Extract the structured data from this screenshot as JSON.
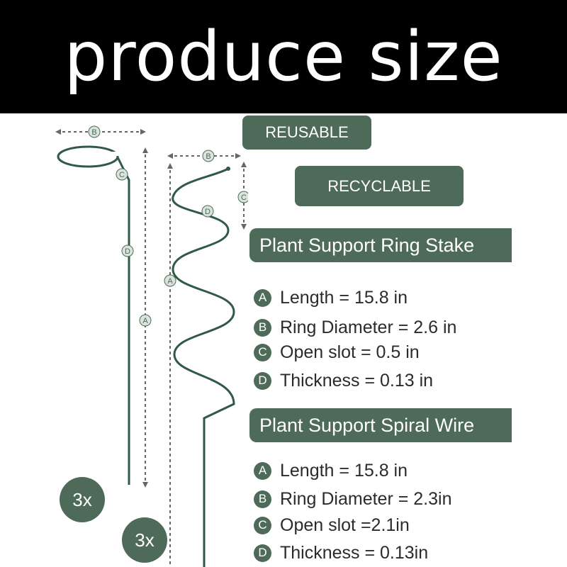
{
  "header": {
    "title": "produce size"
  },
  "tags": {
    "reusable": "REUSABLE",
    "recyclable": "RECYCLABLE"
  },
  "diagram_letters": {
    "a": "A",
    "b": "B",
    "c": "C",
    "d": "D"
  },
  "ring_stake": {
    "title": "Plant Support Ring Stake",
    "quantity": "3x",
    "specs": [
      {
        "letter": "A",
        "text": "Length = 15.8 in"
      },
      {
        "letter": "B",
        "text": "Ring Diameter = 2.6 in"
      },
      {
        "letter": "C",
        "text": "Open slot = 0.5 in"
      },
      {
        "letter": "D",
        "text": "Thickness = 0.13 in"
      }
    ]
  },
  "spiral_wire": {
    "title": "Plant Support Spiral Wire",
    "quantity": "3x",
    "specs": [
      {
        "letter": "A",
        "text": "Length = 15.8 in"
      },
      {
        "letter": "B",
        "text": "Ring Diameter = 2.3in"
      },
      {
        "letter": "C",
        "text": "Open slot =2.1in"
      },
      {
        "letter": "D",
        "text": "Thickness = 0.13in"
      }
    ]
  },
  "colors": {
    "accent": "#4e6a58",
    "header_bg": "#000000",
    "wire": "#2f5a47"
  }
}
